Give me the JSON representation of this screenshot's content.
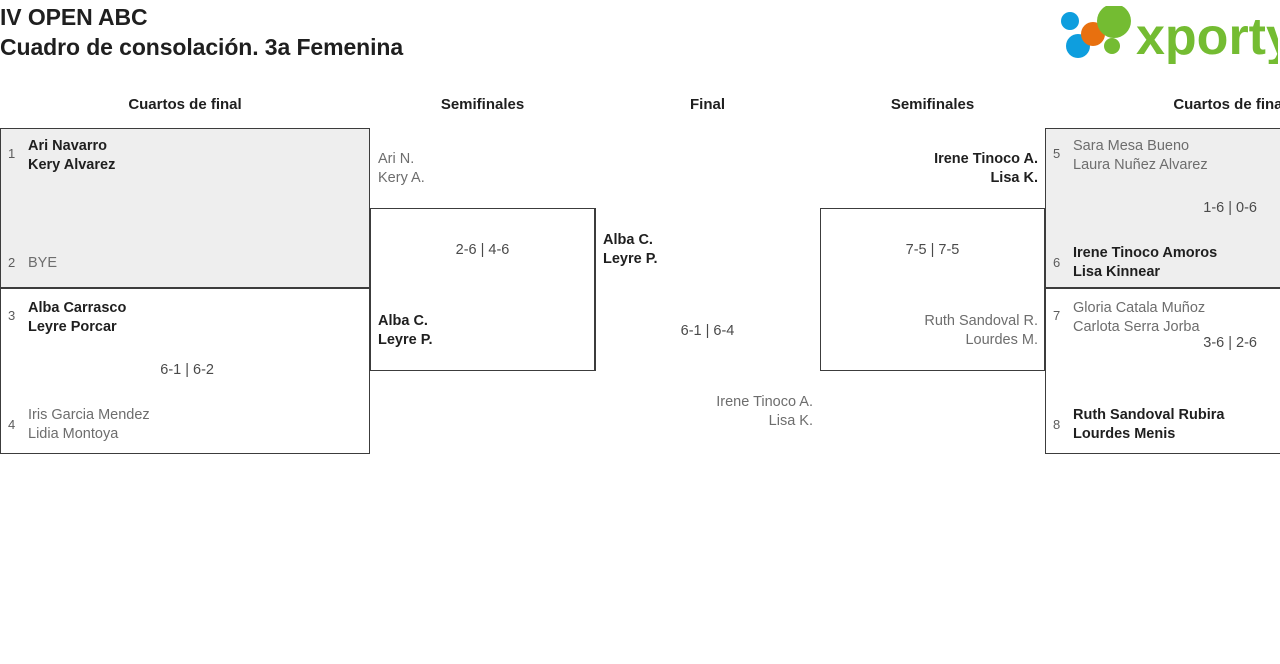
{
  "header": {
    "title_line1": "IV OPEN ABC",
    "title_line2": "Cuadro de consolación. 3a Femenina",
    "logo_text": "xporty",
    "logo_colors": {
      "green": "#74bc32",
      "blue": "#0e9ede",
      "orange": "#e8700f"
    }
  },
  "rounds": {
    "qf_left": "Cuartos de final",
    "sf_left": "Semifinales",
    "final": "Final",
    "sf_right": "Semifinales",
    "qf_right": "Cuartos de final"
  },
  "bracket": {
    "qf_left": [
      {
        "seed_top": "1",
        "top_line1": "Ari Navarro",
        "top_line2": "Kery Alvarez",
        "top_state": "winner",
        "seed_bottom": "2",
        "bottom_line1": "BYE",
        "bottom_line2": "",
        "bottom_state": "loser",
        "score": ""
      },
      {
        "seed_top": "3",
        "top_line1": "Alba Carrasco",
        "top_line2": "Leyre Porcar",
        "top_state": "winner",
        "seed_bottom": "4",
        "bottom_line1": "Iris Garcia Mendez",
        "bottom_line2": "Lidia Montoya",
        "bottom_state": "loser",
        "score": "6-1 | 6-2"
      }
    ],
    "sf_left": {
      "top_line1": "Ari N.",
      "top_line2": "Kery A.",
      "top_state": "loser",
      "bottom_line1": "Alba C.",
      "bottom_line2": "Leyre P.",
      "bottom_state": "winner",
      "score": "2-6 | 4-6"
    },
    "final": {
      "top_line1": "Alba C.",
      "top_line2": "Leyre P.",
      "top_state": "winner",
      "bottom_line1": "Irene Tinoco A.",
      "bottom_line2": "Lisa K.",
      "bottom_state": "loser",
      "score": "6-1 | 6-4"
    },
    "sf_right": {
      "top_line1": "Irene Tinoco A.",
      "top_line2": "Lisa K.",
      "top_state": "winner",
      "bottom_line1": "Ruth Sandoval R.",
      "bottom_line2": "Lourdes M.",
      "bottom_state": "loser",
      "score": "7-5 | 7-5"
    },
    "qf_right": [
      {
        "seed_top": "5",
        "top_line1": "Sara Mesa Bueno",
        "top_line2": "Laura Nuñez Alvarez",
        "top_state": "loser",
        "seed_bottom": "6",
        "bottom_line1": "Irene Tinoco Amoros",
        "bottom_line2": "Lisa Kinnear",
        "bottom_state": "winner",
        "score": "1-6 | 0-6"
      },
      {
        "seed_top": "7",
        "top_line1": "Gloria Catala Muñoz",
        "top_line2": "Carlota Serra Jorba",
        "top_state": "loser",
        "seed_bottom": "8",
        "bottom_line1": "Ruth Sandoval Rubira",
        "bottom_line2": "Lourdes Menis",
        "bottom_state": "winner",
        "score": "3-6 | 2-6"
      }
    ]
  }
}
